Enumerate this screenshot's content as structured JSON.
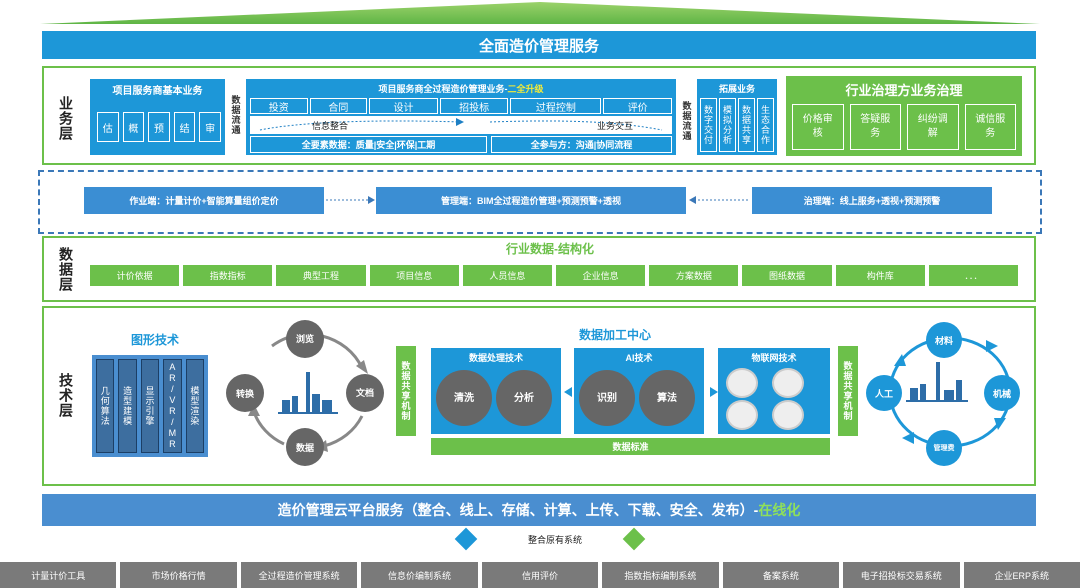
{
  "top_banner": "全面造价管理服务",
  "layers": {
    "business": "业务层",
    "data": "数据层",
    "tech": "技术层"
  },
  "business": {
    "basic_title": "项目服务商基本业务",
    "basic_items": [
      "估",
      "概",
      "预",
      "结",
      "审"
    ],
    "flow_left": "数据流通",
    "full_title": "项目服务商全过程造价管理业务-",
    "full_title_upgrade": "二全升级",
    "full_tabs": [
      "投资",
      "合同",
      "设计",
      "招投标",
      "过程控制",
      "评价"
    ],
    "info_integrate": "信息整合",
    "biz_interact": "业务交互",
    "all_elements": "全要素数据：质量|安全|环保|工期",
    "all_parties": "全参与方：沟通|协同流程",
    "flow_right": "数据流通",
    "ext_title": "拓展业务",
    "ext_items": [
      "数字交付",
      "模拟分析",
      "数据共享",
      "生态合作"
    ],
    "gov_title": "行业治理方业务治理",
    "gov_items": [
      "价格审核",
      "答疑服务",
      "纠纷调解",
      "诚信服务"
    ]
  },
  "terminals": {
    "work": "作业端：计量计价+智能算量组价定价",
    "manage": "管理端：BIM全过程造价管理+预测预警+透视",
    "govern": "治理端：线上服务+透视+预测预警"
  },
  "data_layer": {
    "title": "行业数据-结构化",
    "items": [
      "计价依据",
      "指数指标",
      "典型工程",
      "项目信息",
      "人员信息",
      "企业信息",
      "方案数据",
      "图纸数据",
      "构件库",
      "．．．"
    ]
  },
  "tech": {
    "graphics_title": "图形技术",
    "graphics_items": [
      "几何算法",
      "造型建模",
      "显示引擎",
      "AR/VR/MR",
      "模型渲染"
    ],
    "cycle": {
      "top": "浏览",
      "right": "文档",
      "bottom": "数据",
      "left": "转换"
    },
    "share_left": "数据共享机制",
    "center_title": "数据加工中心",
    "proc_title": "数据处理技术",
    "proc_items": [
      "清洗",
      "分析"
    ],
    "ai_title": "AI技术",
    "ai_items": [
      "识别",
      "算法"
    ],
    "iot_title": "物联网技术",
    "data_standard": "数据标准",
    "share_right": "数据共享机制",
    "right_cycle": {
      "top": "材料",
      "right": "机械",
      "bottom": "管理费",
      "left": "人工"
    }
  },
  "cloud": {
    "main": "造价管理云平台服务（整合、线上、存储、计算、上传、下载、安全、发布）-",
    "online": "在线化"
  },
  "integrate_legacy": "整合原有系统",
  "bottom_systems": [
    "计量计价工具",
    "市场价格行情",
    "全过程造价管理系统",
    "信息价编制系统",
    "信用评价",
    "指数指标编制系统",
    "备案系统",
    "电子招投标交易系统",
    "企业ERP系统"
  ],
  "colors": {
    "blue": "#1d97d8",
    "green": "#6cc04a",
    "gray": "#7a7a7a",
    "steel": "#4a8ed0"
  }
}
